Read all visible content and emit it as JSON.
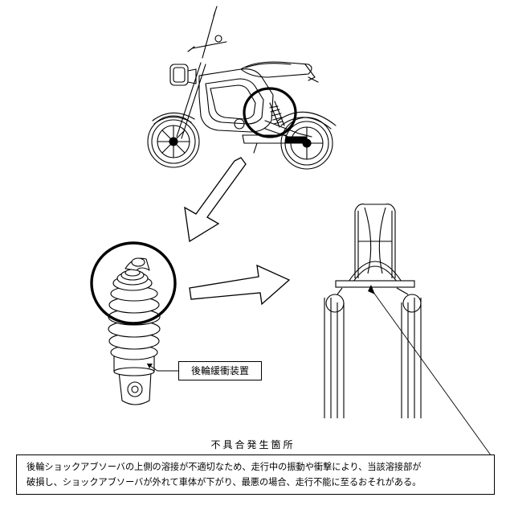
{
  "figure": {
    "label_shock_absorber": "後輪緩衝装置",
    "defect_location_title": "不具合発生箇所",
    "description_lines": [
      "後輪ショックアブソーバの上側の溶接が不適切なため、走行中の振動や衝撃により、当該溶接部が",
      "破損し、ショックアブソーバが外れて車体が下がり、最悪の場合、走行不能に至るおそれがある。"
    ]
  }
}
